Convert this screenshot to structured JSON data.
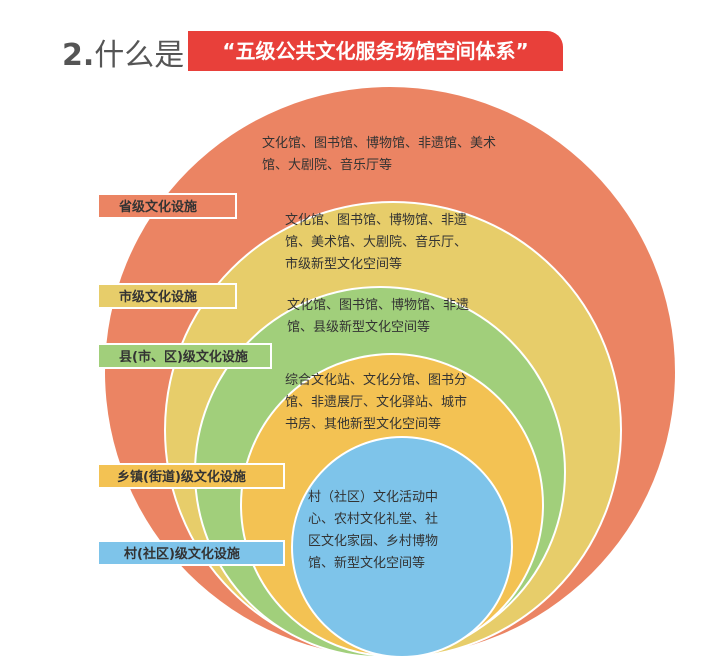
{
  "title": {
    "prefix": "2.",
    "question": "什么是",
    "banner": "“五级公共文化服务场馆空间体系”"
  },
  "levels": [
    {
      "label": "省级文化设施",
      "desc": "文化馆、图书馆、博物馆、非遗馆、美术馆、大剧院、音乐厅等",
      "color": "#eb8463"
    },
    {
      "label": "市级文化设施",
      "desc": "文化馆、图书馆、博物馆、非遗馆、美术馆、大剧院、音乐厅、市级新型文化空间等",
      "color": "#e7cd6a"
    },
    {
      "label": "县(市、区)级文化设施",
      "desc": "文化馆、图书馆、博物馆、非遗馆、县级新型文化空间等",
      "color": "#a1cf7b"
    },
    {
      "label": "乡镇(街道)级文化设施",
      "desc": "综合文化站、文化分馆、图书分馆、非遗展厅、文化驿站、城市书房、其他新型文化空间等",
      "color": "#f3c253"
    },
    {
      "label": "村(社区)级文化设施",
      "desc": "村（社区）文化活动中心、农村文化礼堂、社区文化家园、乡村博物馆、新型文化空间等",
      "color": "#7ec4ea"
    }
  ]
}
